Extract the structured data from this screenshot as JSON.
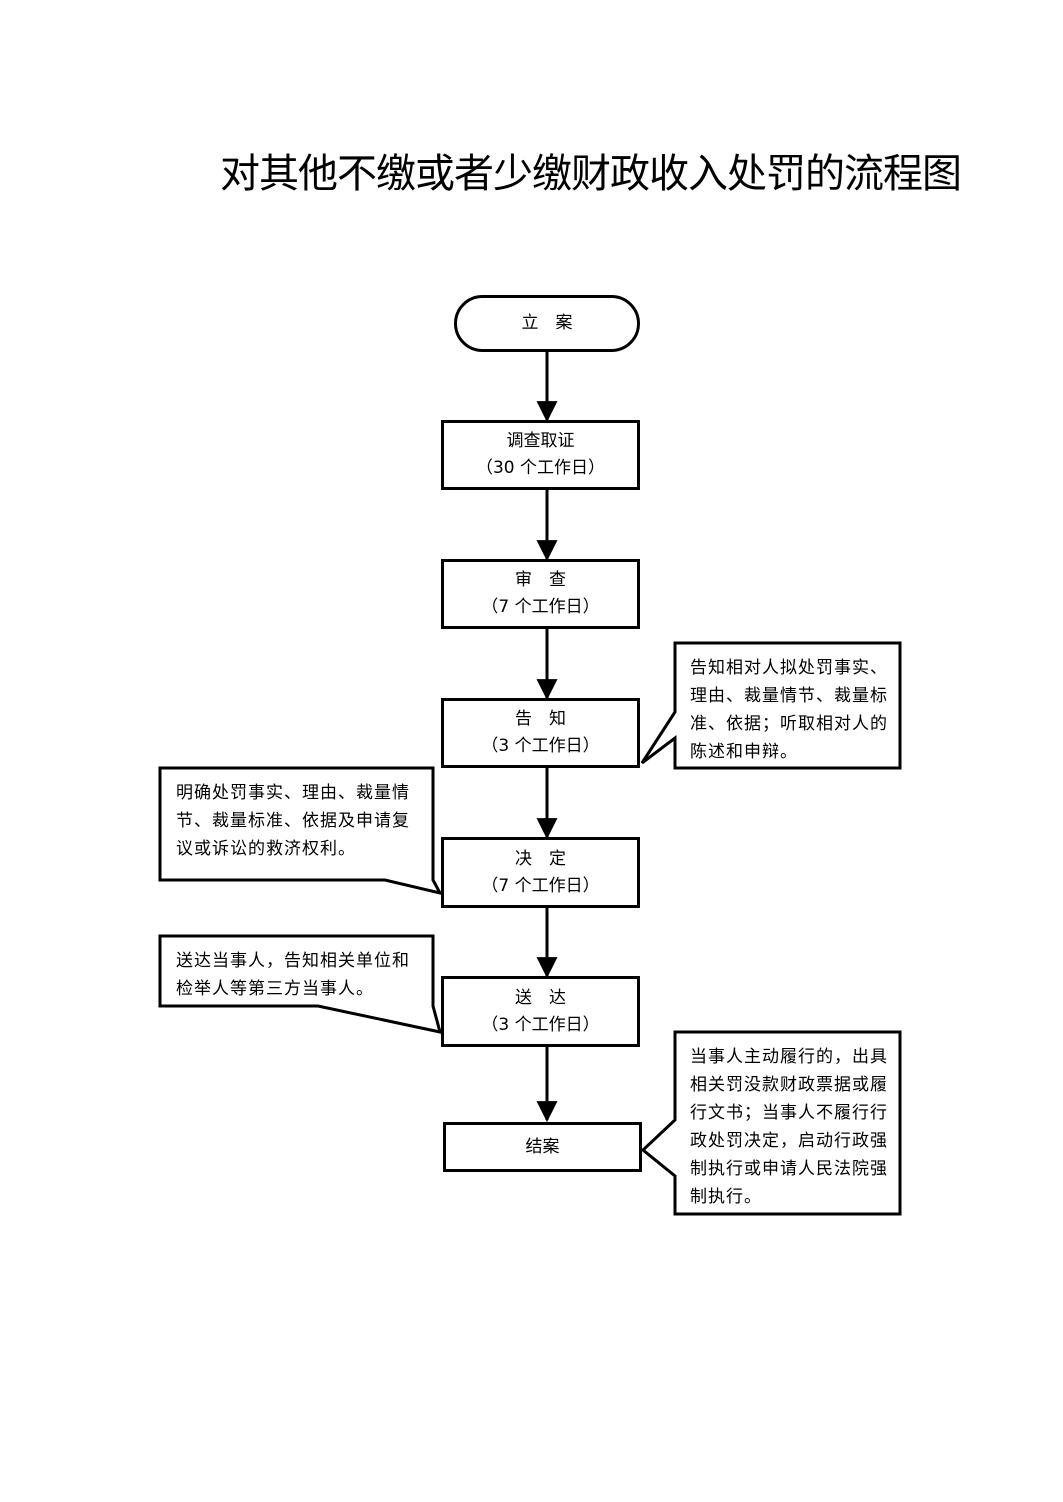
{
  "title": "对其他不缴或者少缴财政收入处罚的流程图",
  "steps": {
    "start": {
      "label": "立　案"
    },
    "investigate": {
      "label": "调查取证",
      "duration": "（30 个工作日）"
    },
    "review": {
      "label": "审　查",
      "duration": "（7 个工作日）"
    },
    "notify": {
      "label": "告　知",
      "duration": "（3 个工作日）"
    },
    "decide": {
      "label": "决　定",
      "duration": "（7 个工作日）"
    },
    "deliver": {
      "label": "送　达",
      "duration": "（3 个工作日）"
    },
    "close": {
      "label": "结案"
    }
  },
  "notes": {
    "notify": "告知相对人拟处罚事实、理由、裁量情节、裁量标准、依据；听取相对人的陈述和申辩。",
    "decide": "明确处罚事实、理由、裁量情节、裁量标准、依据及申请复议或诉讼的救济权利。",
    "deliver": "送达当事人，告知相关单位和检举人等第三方当事人。",
    "close": "当事人主动履行的，出具相关罚没款财政票据或履行文书；当事人不履行行政处罚决定，启动行政强制执行或申请人民法院强制执行。"
  }
}
